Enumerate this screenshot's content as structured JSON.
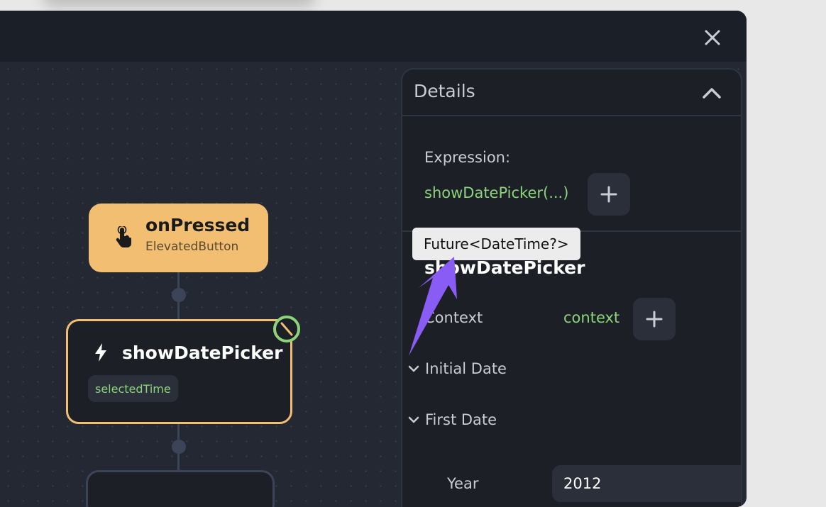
{
  "canvas": {
    "nodes": {
      "on_pressed": {
        "title": "onPressed",
        "subtitle": "ElevatedButton",
        "icon": "tap-icon",
        "color": "#f2bf72"
      },
      "show_date_picker": {
        "title": "showDatePicker",
        "chip": "selectedTime",
        "icon": "bolt-icon",
        "status_color": "#8bd47a"
      }
    }
  },
  "details": {
    "title": "Details",
    "expression_label": "Expression:",
    "expression_value": "showDatePicker(...)",
    "section_title": "showDatePicker",
    "context_label": "Context",
    "context_value": "context",
    "initial_date_label": "Initial Date",
    "first_date_label": "First Date",
    "year_label": "Year",
    "year_value": "2012"
  },
  "tooltip": {
    "text": "Future<DateTime?>"
  },
  "colors": {
    "accent": "#f2bf72",
    "green": "#8bd47a",
    "arrow": "#8a5cf6"
  }
}
